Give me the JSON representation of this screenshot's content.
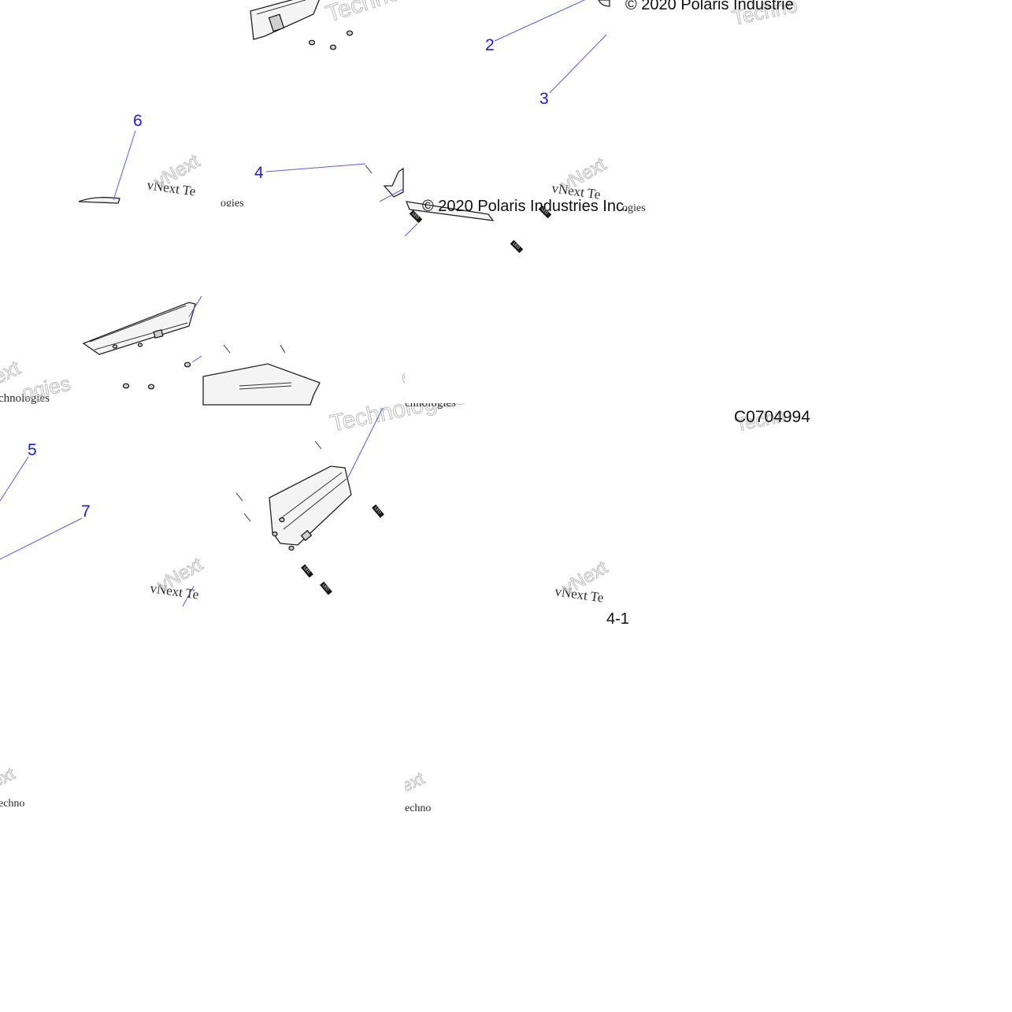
{
  "diagram": {
    "copyright_top": "© 2020 Polaris Industrie",
    "copyright_mid": "© 2020 Polaris Industries Inc.",
    "figure_code": "C0704994",
    "page_ref": "4-1",
    "chip_label": "LED",
    "callouts": [
      "2",
      "3",
      "4",
      "5",
      "6",
      "7"
    ],
    "watermark_brand_serif": "vNext Technologies",
    "watermark_brand_short": "vNext Te",
    "watermark_big_1": "Techno",
    "watermark_big_2": "Technologies",
    "watermark_big_3": "vNext",
    "watermark_frag_1": "chnologies",
    "watermark_frag_2": "echno",
    "watermark_frag_3": "ext",
    "watermark_frag_4": "Techn",
    "watermark_frag_5": "ogies",
    "watermark_frag_6": "hnologies"
  }
}
